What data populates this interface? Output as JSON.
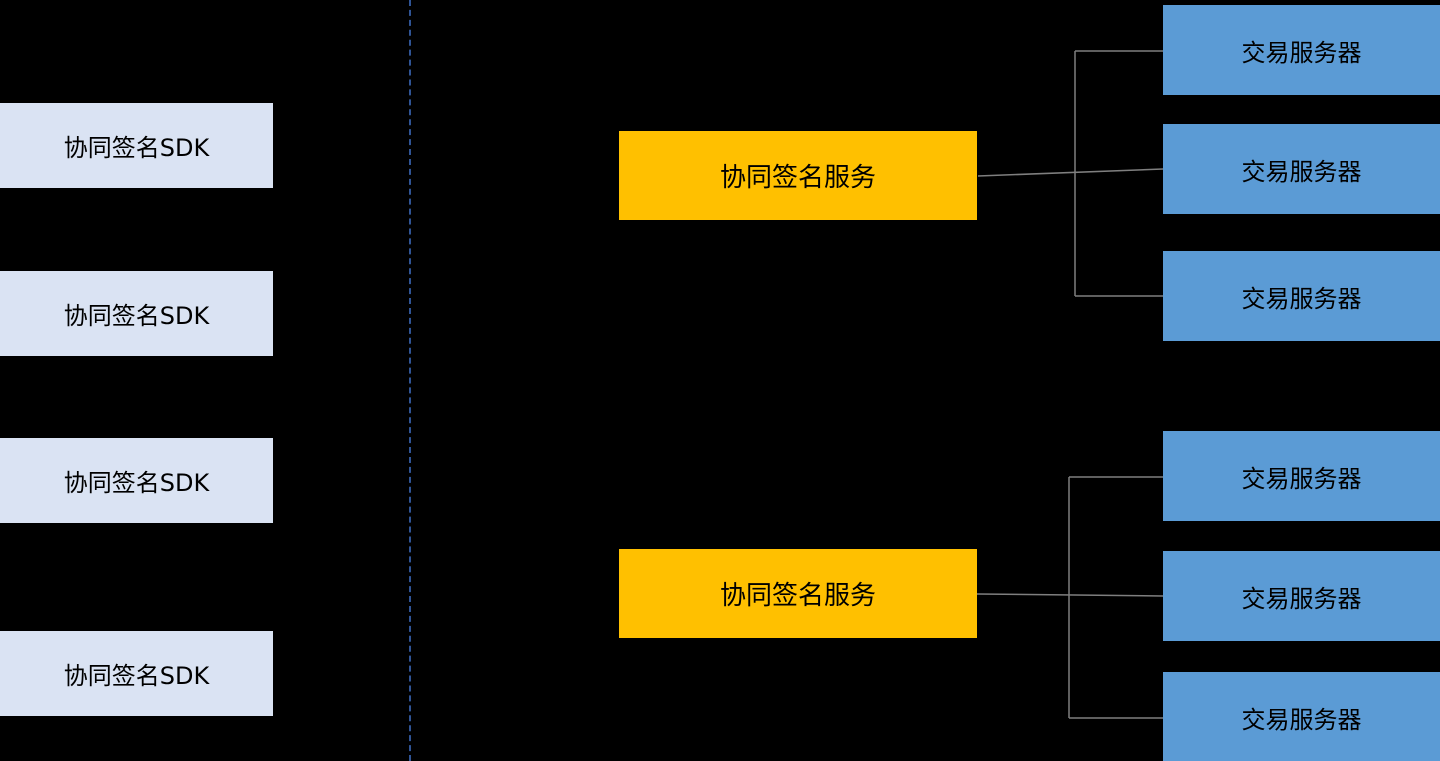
{
  "diagram": {
    "type": "architecture-diagram",
    "background_color": "#000000",
    "divider": {
      "style": "dashed-vertical-line",
      "color": "#2f5496"
    },
    "connector_color": "#7f7f7f",
    "colors": {
      "sdk_box": "#dae3f3",
      "service_box": "#ffc000",
      "server_box": "#5b9bd5",
      "box_text": "#000000"
    }
  },
  "nodes": {
    "sdk": [
      {
        "label": "协同签名SDK"
      },
      {
        "label": "协同签名SDK"
      },
      {
        "label": "协同签名SDK"
      },
      {
        "label": "协同签名SDK"
      }
    ],
    "service": [
      {
        "label": "协同签名服务"
      },
      {
        "label": "协同签名服务"
      }
    ],
    "server": [
      {
        "label": "交易服务器"
      },
      {
        "label": "交易服务器"
      },
      {
        "label": "交易服务器"
      },
      {
        "label": "交易服务器"
      },
      {
        "label": "交易服务器"
      },
      {
        "label": "交易服务器"
      }
    ]
  }
}
